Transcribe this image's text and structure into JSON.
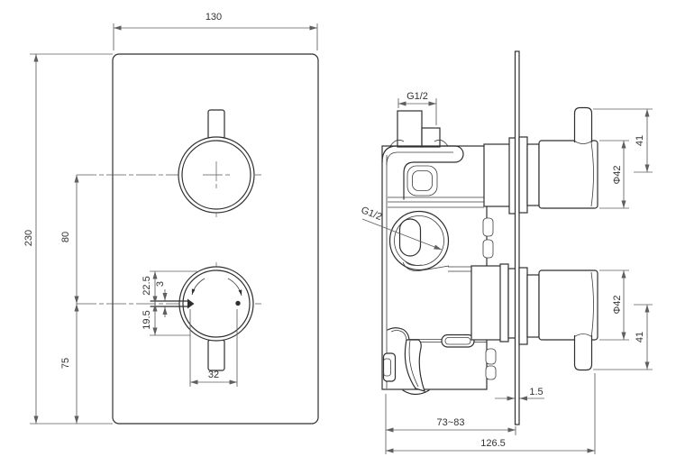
{
  "drawing": {
    "front_view": {
      "plate_width": "130",
      "plate_height": "230",
      "knob_center_spacing": "80",
      "lower_knob_to_bottom": "75",
      "upper_offset": "22.5",
      "indicator_thickness": "3",
      "lower_offset": "19.5",
      "handle_width": "32"
    },
    "side_view": {
      "top_port_thread": "G1/2",
      "side_port_thread": "G1/2",
      "upper_knob_diameter": "Φ42",
      "upper_knob_projection": "41",
      "lower_knob_diameter": "Φ42",
      "lower_knob_projection": "41",
      "plate_thickness": "1.5",
      "rough_in_depth": "73~83",
      "overall_depth": "126.5"
    },
    "colors": {
      "line": "#2f2f2f",
      "dimension": "#5f5f5f",
      "background": "#ffffff"
    }
  }
}
